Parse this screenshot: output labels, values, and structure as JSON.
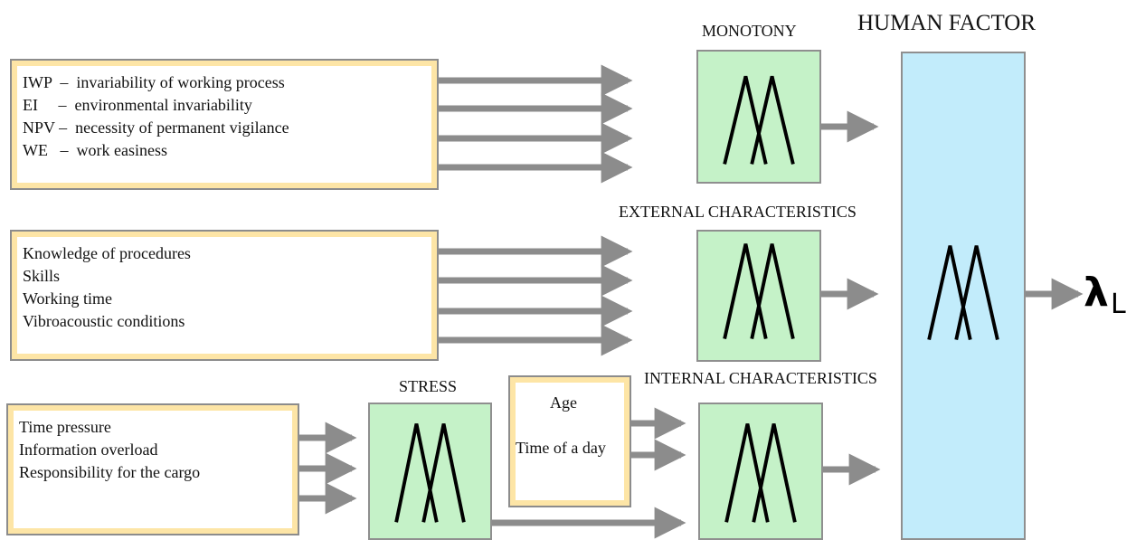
{
  "title": "HUMAN FACTOR",
  "monotony": {
    "label": "MONOTONY",
    "factors": [
      "IWP  –  invariability of working process",
      "EI     –  environmental invariability",
      "NPV –  necessity of permanent vigilance",
      "WE   –  work easiness"
    ]
  },
  "external": {
    "label": "EXTERNAL CHARACTERISTICS",
    "factors": [
      "Knowledge of procedures",
      "Skills",
      "Working time",
      "Vibroacoustic conditions"
    ]
  },
  "stress": {
    "label": "STRESS",
    "factors": [
      "Time pressure",
      "Information overload",
      "Responsibility for the cargo"
    ]
  },
  "internal": {
    "label": "INTERNAL CHARACTERISTICS",
    "factors": [
      "Age",
      "Time of a day"
    ]
  },
  "output": {
    "symbol": "λ",
    "subscript": "L"
  },
  "colors": {
    "factor_frame": "#fde5a6",
    "fuzzy_block": "#c5f2c8",
    "human_factor_block": "#c2ecfb",
    "arrow": "#8c8c8c"
  }
}
